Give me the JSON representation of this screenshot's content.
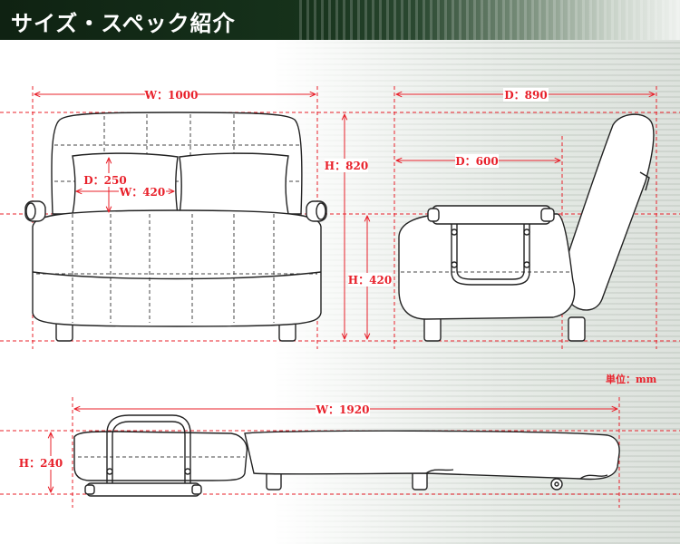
{
  "header": {
    "title": "サイズ・スペック紹介"
  },
  "dimensions": {
    "front_width": "W：1000",
    "cushion_depth": "D：250",
    "cushion_width": "W：420",
    "total_height": "H：820",
    "seat_height": "H：420",
    "total_depth": "D：890",
    "seat_depth": "D：600",
    "flat_length": "W：1920",
    "flat_height": "H：240"
  },
  "unit_label": "単位：mm",
  "colors": {
    "header_dark": "#0f2212",
    "dimension_red": "#e8202a",
    "outline": "#222222"
  }
}
